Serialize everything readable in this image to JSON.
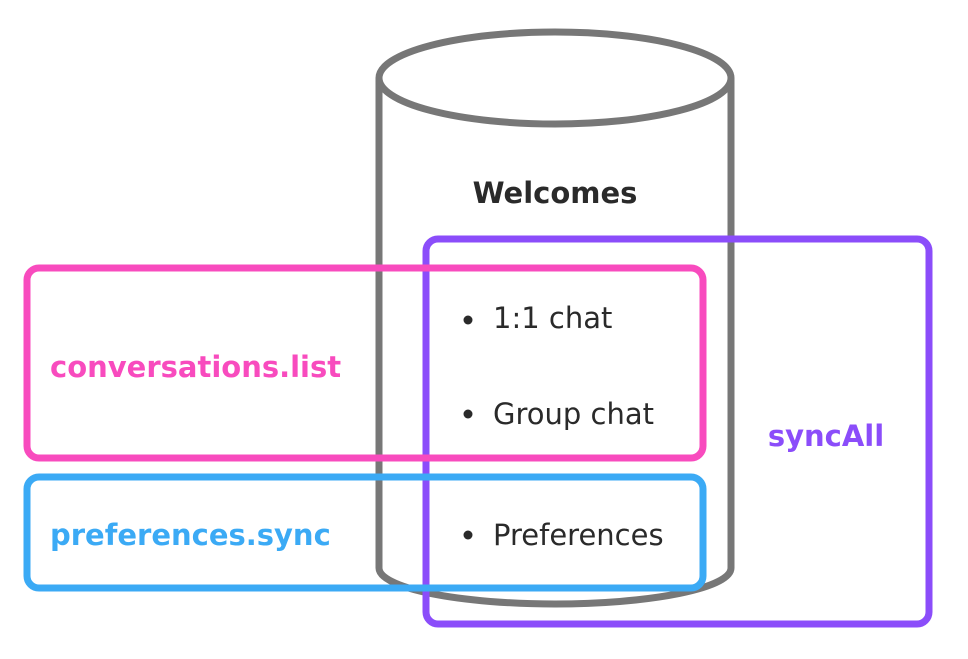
{
  "database": {
    "title": "Welcomes",
    "items": [
      "1:1 chat",
      "Group chat",
      "Preferences"
    ]
  },
  "groups": {
    "conversations": {
      "label": "conversations.list",
      "color": "#F84BBE"
    },
    "preferences": {
      "label": "preferences.sync",
      "color": "#3BAAF5"
    },
    "sync_all": {
      "label": "syncAll",
      "color": "#8B4DFA"
    }
  },
  "colors": {
    "cylinder_stroke": "#777777",
    "text": "#2a2a2a"
  }
}
